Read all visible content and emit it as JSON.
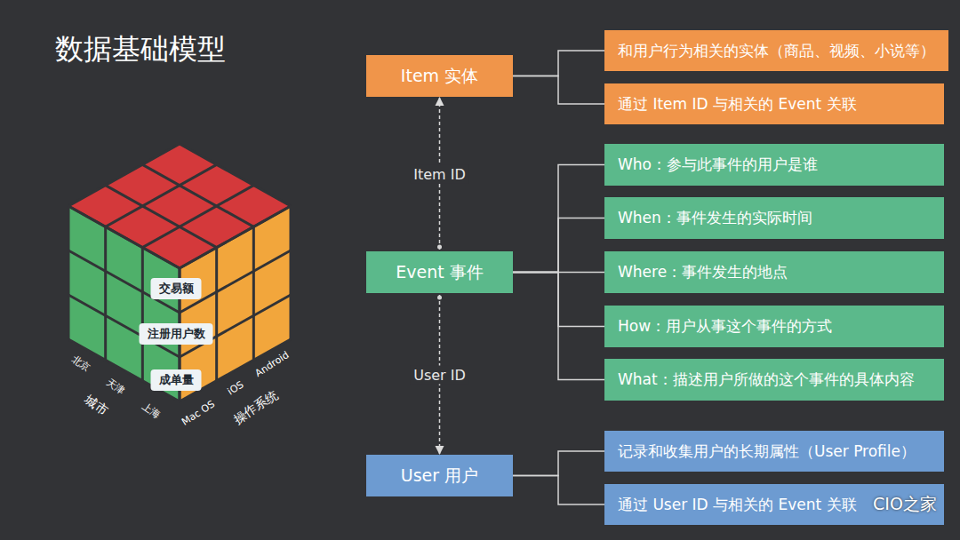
{
  "diagram": {
    "title": "数据基础模型",
    "nodes": [
      {
        "text": [
          "交易额"
        ]
      },
      {
        "text": [
          "注册用户数"
        ]
      },
      {
        "text": [
          "成单量"
        ]
      },
      {
        "text": [
          "Item 实体"
        ]
      },
      {
        "text": [
          "和用户行为相关的实体（商品、视频、小说等）"
        ]
      },
      {
        "text": [
          "通过 Item ID 与相关的 Event 关联"
        ]
      },
      {
        "text": [
          "Event 事件"
        ]
      },
      {
        "text": [
          "Who：参与此事件的用户是谁"
        ]
      },
      {
        "text": [
          "When：事件发生的实际时间"
        ]
      },
      {
        "text": [
          "Where：事件发生的地点"
        ]
      },
      {
        "text": [
          "How：用户从事这个事件的方式"
        ]
      },
      {
        "text": [
          "What：描述用户所做的这个事件的具体内容"
        ]
      },
      {
        "text": [
          "User 用户"
        ]
      },
      {
        "text": [
          "记录和收集用户的长期属性（User Profile）"
        ]
      },
      {
        "text": [
          "通过 User ID 与相关的 Event 关联"
        ]
      }
    ],
    "edges": [
      {
        "from": 6,
        "to": 3,
        "arrow": "to",
        "label": "Item ID"
      },
      {
        "from": 6,
        "to": 12,
        "arrow": "to",
        "label": "User ID"
      },
      {
        "from": 3,
        "to": 4,
        "arrow": "none"
      },
      {
        "from": 3,
        "to": 5,
        "arrow": "none"
      },
      {
        "from": 6,
        "to": 7,
        "arrow": "none"
      },
      {
        "from": 6,
        "to": 8,
        "arrow": "none"
      },
      {
        "from": 6,
        "to": 9,
        "arrow": "none"
      },
      {
        "from": 6,
        "to": 10,
        "arrow": "none"
      },
      {
        "from": 6,
        "to": 11,
        "arrow": "none"
      },
      {
        "from": 12,
        "to": 13,
        "arrow": "none"
      },
      {
        "from": 12,
        "to": 14,
        "arrow": "none"
      }
    ],
    "labels": [
      "北京",
      "天津",
      "上海",
      "城市",
      "Mac OS",
      "iOS",
      "Android",
      "操作系统",
      "CIO之家"
    ]
  }
}
